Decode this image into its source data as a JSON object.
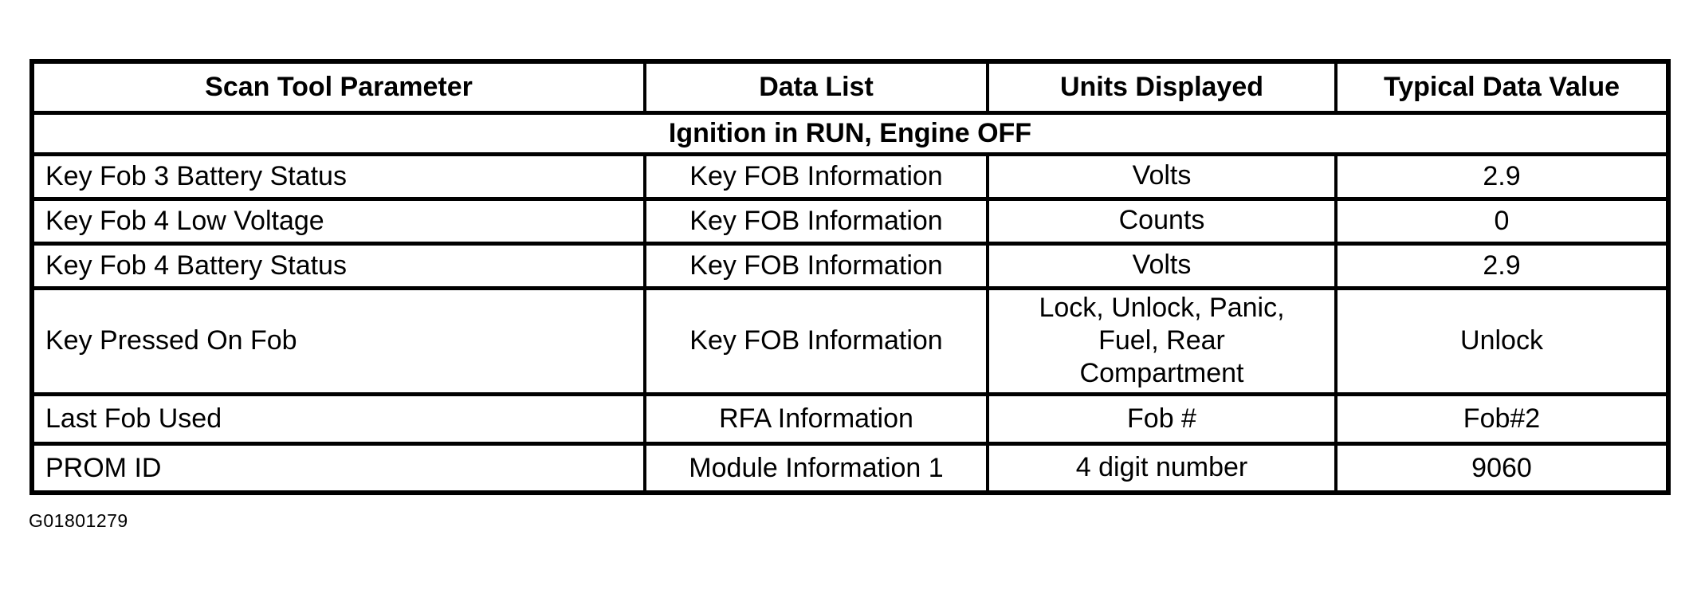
{
  "table": {
    "headers": [
      "Scan Tool Parameter",
      "Data List",
      "Units Displayed",
      "Typical Data Value"
    ],
    "section_header": "Ignition in RUN, Engine OFF",
    "rows": [
      {
        "parameter": "Key Fob 3 Battery Status",
        "data_list": "Key FOB Information",
        "units": "Volts",
        "value": "2.9"
      },
      {
        "parameter": "Key Fob 4 Low Voltage",
        "data_list": "Key FOB Information",
        "units": "Counts",
        "value": "0"
      },
      {
        "parameter": "Key Fob 4 Battery Status",
        "data_list": "Key FOB Information",
        "units": "Volts",
        "value": "2.9"
      },
      {
        "parameter": "Key Pressed On Fob",
        "data_list": "Key FOB Information",
        "units": "Lock, Unlock, Panic,\nFuel, Rear\nCompartment",
        "value": "Unlock"
      },
      {
        "parameter": "Last Fob Used",
        "data_list": "RFA Information",
        "units": "Fob #",
        "value": "Fob#2"
      },
      {
        "parameter": "PROM ID",
        "data_list": "Module Information 1",
        "units": "4 digit number",
        "value": "9060"
      }
    ]
  },
  "document": {
    "figure_id": "G01801279"
  },
  "colors": {
    "text": "#000000",
    "border": "#000000",
    "background": "#ffffff"
  }
}
